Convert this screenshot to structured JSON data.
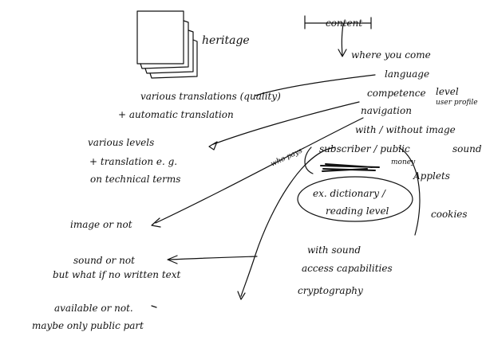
{
  "header": {
    "heritage": "heritage",
    "content": "content"
  },
  "right_column": {
    "where_you_come": "where you come",
    "language": "language",
    "competence": "competence",
    "level": "level",
    "user_profile": "user profile",
    "navigation": "navigation",
    "with_without_image": "with / without image",
    "subscriber_public": "subscriber / public",
    "sound": "sound",
    "money": "money",
    "applets": "Applets",
    "dictionary": "ex. dictionary /",
    "reading_level": "reading level",
    "cookies": "cookies",
    "who_pays": "who pays",
    "with_sound": "with sound",
    "access_capabilities": "access capabilities",
    "cryptography": "cryptography"
  },
  "left_column": {
    "various_translations": "various translations (quality)",
    "automatic_translation": "+ automatic translation",
    "various_levels": "various levels",
    "translation_eg": "+ translation e. g.",
    "technical_terms": "on technical terms",
    "image_or_not": "image or not",
    "sound_or_not": "sound or not",
    "no_written_text": "but what if no written text",
    "available_or_not": "available or not.",
    "public_part": "maybe only public part"
  }
}
